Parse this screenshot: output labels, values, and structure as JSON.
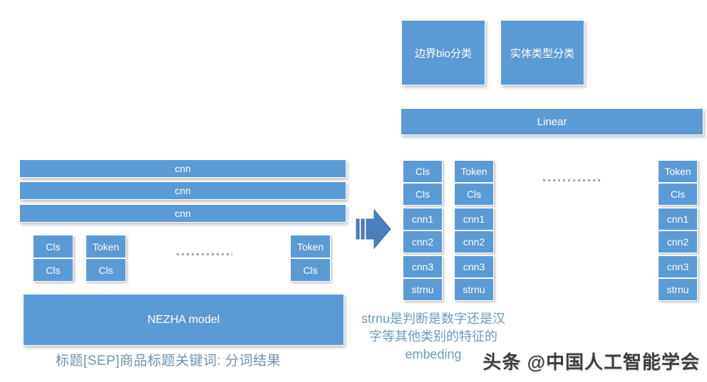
{
  "icons": {
    "arrow": "striped-right-arrow",
    "ellipsis_left": "dotted-line",
    "ellipsis_right": "dotted-line"
  },
  "colors": {
    "box_fill": "#5b9bd5",
    "box_text": "#ffffff",
    "arrow_fill": "#4a80bd",
    "dots": "#93a9bb",
    "caption_text": "#7193ad",
    "note_text": "#6d9cbe",
    "watermark_text": "#3d3d3d"
  },
  "outputs": [
    {
      "label": "边界bio分类"
    },
    {
      "label": "实体类型分类"
    }
  ],
  "linear": {
    "label": "Linear"
  },
  "encoder": {
    "cnn_bars": [
      {
        "label": "cnn"
      },
      {
        "label": "cnn"
      },
      {
        "label": "cnn"
      }
    ],
    "token_pairs": [
      {
        "cells": [
          "Cls",
          "Cls"
        ]
      },
      {
        "cells": [
          "Token",
          "Cls"
        ]
      },
      {
        "cells": [
          "Token",
          "Cls"
        ]
      }
    ],
    "model_label": "NEZHA model",
    "caption": "标题[SEP]商品标题关键词: 分词结果"
  },
  "features": {
    "columns": [
      {
        "cells": [
          "Cls",
          "Cls",
          "cnn1",
          "cnn2",
          "cnn3",
          "strnu"
        ]
      },
      {
        "cells": [
          "Token",
          "Cls",
          "cnn1",
          "cnn2",
          "cnn3",
          "strnu"
        ]
      },
      {
        "cells": [
          "Token",
          "Cls",
          "cnn1",
          "cnn2",
          "cnn3",
          "strnu"
        ]
      }
    ],
    "note_line1": "strnu是判断是数字还是汉",
    "note_line2": "字等其他类别的特征的",
    "note_line3": "embeding"
  },
  "watermark": "头条 @中国人工智能学会"
}
